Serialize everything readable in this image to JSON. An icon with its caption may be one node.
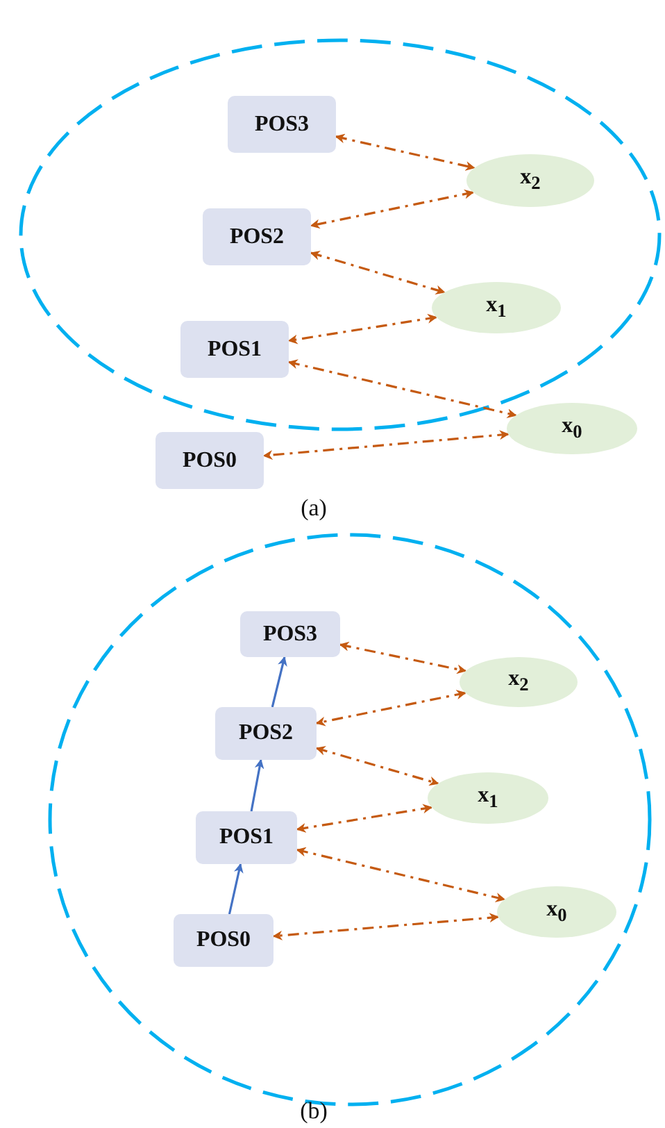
{
  "diagram": {
    "nodes": [
      {
        "text": [
          "POS3"
        ]
      },
      {
        "text": [
          "x$_{2}$"
        ]
      },
      {
        "text": [
          "POS2"
        ]
      },
      {
        "text": [
          "x$_{1}$"
        ]
      },
      {
        "text": [
          "POS1"
        ]
      },
      {
        "text": [
          "x$_{0}$"
        ]
      },
      {
        "text": [
          "POS0"
        ]
      },
      {
        "text": [
          "POS3"
        ]
      },
      {
        "text": [
          "x$_{2}$"
        ]
      },
      {
        "text": [
          "POS2"
        ]
      },
      {
        "text": [
          "x$_{1}$"
        ]
      },
      {
        "text": [
          "POS1"
        ]
      },
      {
        "text": [
          "x$_{0}$"
        ]
      },
      {
        "text": [
          "POS0"
        ]
      }
    ],
    "edges": [
      {
        "from": 0,
        "to": 1,
        "arrow": "both",
        "style": "dashed"
      },
      {
        "from": 1,
        "to": 2,
        "arrow": "both",
        "style": "dashed"
      },
      {
        "from": 2,
        "to": 3,
        "arrow": "both",
        "style": "dashed"
      },
      {
        "from": 3,
        "to": 4,
        "arrow": "both",
        "style": "dashed"
      },
      {
        "from": 4,
        "to": 5,
        "arrow": "both",
        "style": "dashed"
      },
      {
        "from": 5,
        "to": 6,
        "arrow": "both",
        "style": "dashed"
      },
      {
        "from": 7,
        "to": 8,
        "arrow": "both",
        "style": "dashed"
      },
      {
        "from": 8,
        "to": 9,
        "arrow": "both",
        "style": "dashed"
      },
      {
        "from": 9,
        "to": 10,
        "arrow": "both",
        "style": "dashed"
      },
      {
        "from": 10,
        "to": 11,
        "arrow": "both",
        "style": "dashed"
      },
      {
        "from": 11,
        "to": 12,
        "arrow": "both",
        "style": "dashed"
      },
      {
        "from": 12,
        "to": 13,
        "arrow": "both",
        "style": "dashed"
      },
      {
        "from": 13,
        "to": 11,
        "arrow": "to",
        "color": "#4472c4"
      },
      {
        "from": 11,
        "to": 9,
        "arrow": "to",
        "color": "#4472c4"
      },
      {
        "from": 9,
        "to": 7,
        "arrow": "to",
        "color": "#4472c4"
      }
    ],
    "labels": [
      "(a)",
      "(b)"
    ]
  }
}
